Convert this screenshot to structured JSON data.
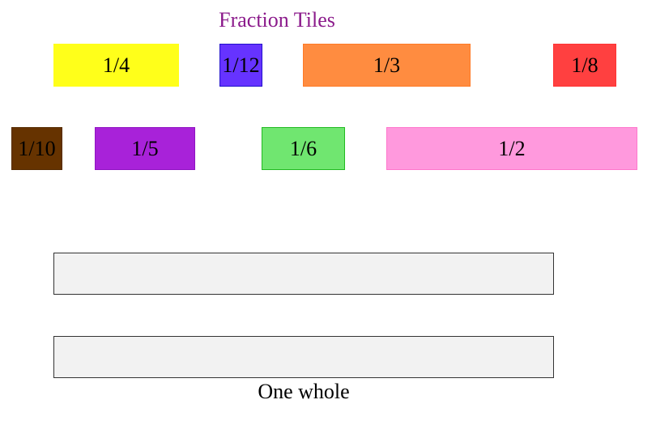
{
  "title": "Fraction Tiles",
  "whole_label": "One whole",
  "tiles": [
    {
      "label": "1/4",
      "fill": "#ffff1a",
      "stroke": "#ffff1a"
    },
    {
      "label": "1/12",
      "fill": "#6633ff",
      "stroke": "#2211cc"
    },
    {
      "label": "1/3",
      "fill": "#ff8c40",
      "stroke": "#ff7a26"
    },
    {
      "label": "1/8",
      "fill": "#ff4040",
      "stroke": "#ff3333"
    },
    {
      "label": "1/10",
      "fill": "#663300",
      "stroke": "#552a00"
    },
    {
      "label": "1/5",
      "fill": "#a822d9",
      "stroke": "#8f14c2"
    },
    {
      "label": "1/6",
      "fill": "#70e670",
      "stroke": "#22bb22"
    },
    {
      "label": "1/2",
      "fill": "#ff99dd",
      "stroke": "#ff77cc"
    }
  ]
}
